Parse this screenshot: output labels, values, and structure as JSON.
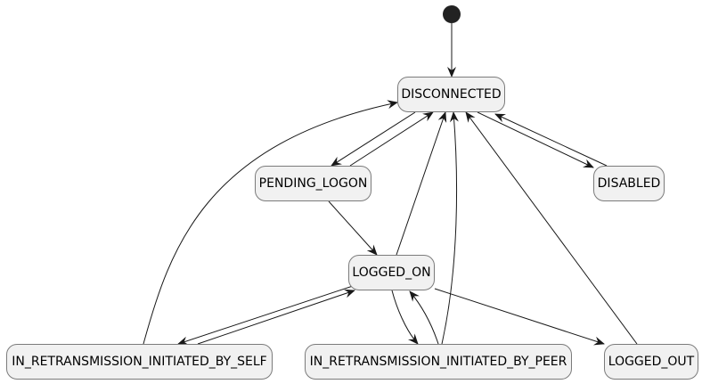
{
  "diagram": {
    "type": "state-machine",
    "initial_state_target": "DISCONNECTED",
    "states": [
      {
        "id": "DISCONNECTED",
        "label": "DISCONNECTED"
      },
      {
        "id": "PENDING_LOGON",
        "label": "PENDING_LOGON"
      },
      {
        "id": "DISABLED",
        "label": "DISABLED"
      },
      {
        "id": "LOGGED_ON",
        "label": "LOGGED_ON"
      },
      {
        "id": "IN_RETRANSMISSION_INITIATED_BY_SELF",
        "label": "IN_RETRANSMISSION_INITIATED_BY_SELF"
      },
      {
        "id": "IN_RETRANSMISSION_INITIATED_BY_PEER",
        "label": "IN_RETRANSMISSION_INITIATED_BY_PEER"
      },
      {
        "id": "LOGGED_OUT",
        "label": "LOGGED_OUT"
      }
    ],
    "transitions": [
      {
        "from": "[*]",
        "to": "DISCONNECTED"
      },
      {
        "from": "DISCONNECTED",
        "to": "PENDING_LOGON"
      },
      {
        "from": "PENDING_LOGON",
        "to": "DISCONNECTED"
      },
      {
        "from": "DISCONNECTED",
        "to": "DISABLED"
      },
      {
        "from": "DISABLED",
        "to": "DISCONNECTED"
      },
      {
        "from": "PENDING_LOGON",
        "to": "LOGGED_ON"
      },
      {
        "from": "LOGGED_ON",
        "to": "DISCONNECTED"
      },
      {
        "from": "LOGGED_ON",
        "to": "IN_RETRANSMISSION_INITIATED_BY_SELF"
      },
      {
        "from": "IN_RETRANSMISSION_INITIATED_BY_SELF",
        "to": "LOGGED_ON"
      },
      {
        "from": "IN_RETRANSMISSION_INITIATED_BY_SELF",
        "to": "DISCONNECTED"
      },
      {
        "from": "LOGGED_ON",
        "to": "IN_RETRANSMISSION_INITIATED_BY_PEER"
      },
      {
        "from": "IN_RETRANSMISSION_INITIATED_BY_PEER",
        "to": "LOGGED_ON"
      },
      {
        "from": "IN_RETRANSMISSION_INITIATED_BY_PEER",
        "to": "DISCONNECTED"
      },
      {
        "from": "LOGGED_ON",
        "to": "LOGGED_OUT"
      },
      {
        "from": "LOGGED_OUT",
        "to": "DISCONNECTED"
      }
    ],
    "colors": {
      "state_fill": "#f1f1f1",
      "state_border": "#7b7b7b",
      "edge": "#181818",
      "initial_node": "#222222"
    }
  }
}
